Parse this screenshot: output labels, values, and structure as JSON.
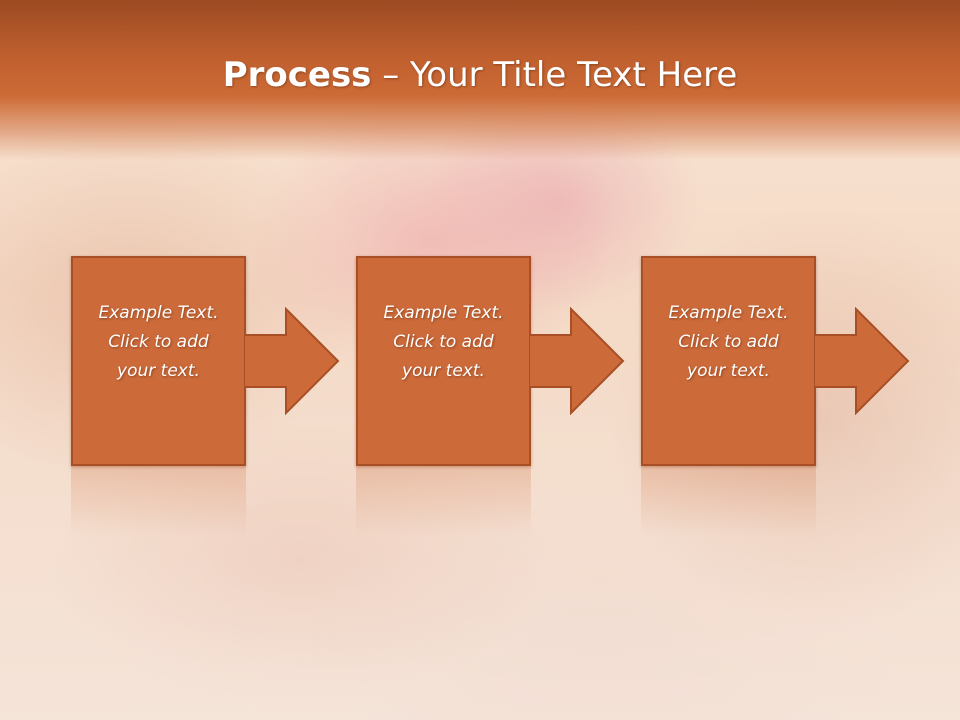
{
  "slide": {
    "title_bold": "Process",
    "title_rest": " – Your Title Text Here",
    "steps": [
      {
        "text": "Example Text.\nClick  to add\nyour text."
      },
      {
        "text": "Example Text.\nClick  to add\nyour text."
      },
      {
        "text": "Example Text.\nClick  to add\nyour text."
      }
    ]
  },
  "colors": {
    "title_band": "#c0602f",
    "box_fill": "#cc6a3a",
    "box_border": "#a94f26",
    "text": "#ffffff"
  },
  "icons": [
    "right-arrow-icon",
    "right-arrow-icon",
    "right-arrow-icon"
  ]
}
